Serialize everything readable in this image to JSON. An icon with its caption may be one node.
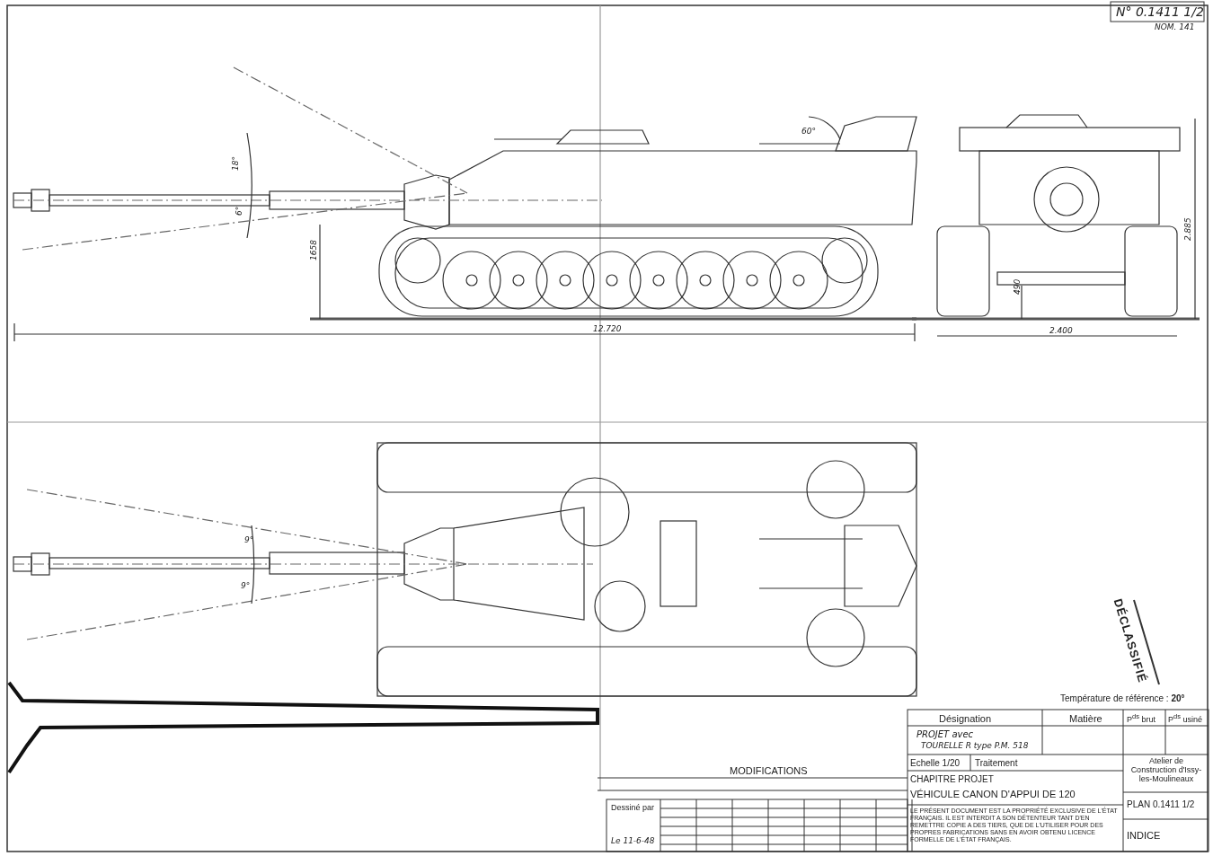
{
  "diagram": {
    "labels": [
      "N° 0.1411 1/2",
      "NOM. 141",
      "18°",
      "6°",
      "1658",
      "12.720",
      "60°",
      "2.885",
      "490",
      "2.400",
      "9°",
      "9°",
      "DÉCLASSIFIÉ",
      "Température de référence : **20°**",
      "Désignation",
      "Matière",
      "P$^{ds}$ brut",
      "P$^{ds}$ usiné",
      "MODIFICATIONS",
      "PROJET avec",
      "TOURELLE R type P.M. 518",
      "Echelle 1/20",
      "Traitement",
      "Atelier de Construction d'Issy-les-Moulineaux",
      "Dessiné par",
      "CHAPITRE PROJET",
      "VÉHICULE CANON D'APPUI DE 120",
      "PLAN 0.1411 1/2",
      "LE PRÉSENT DOCUMENT EST LA PROPRIÉTÉ EXCLUSIVE DE L'ÉTAT FRANÇAIS. IL EST INTERDIT A SON DÉTENTEUR TANT D'EN REMETTRE COPIE A DES TIERS, QUE DE L'UTILISER POUR DES PROPRES FABRICATIONS SANS EN AVOIR OBTENU LICENCE FORMELLE DE L'ÉTAT FRANÇAIS.",
      "Le 11-6-48",
      "INDICE"
    ]
  }
}
